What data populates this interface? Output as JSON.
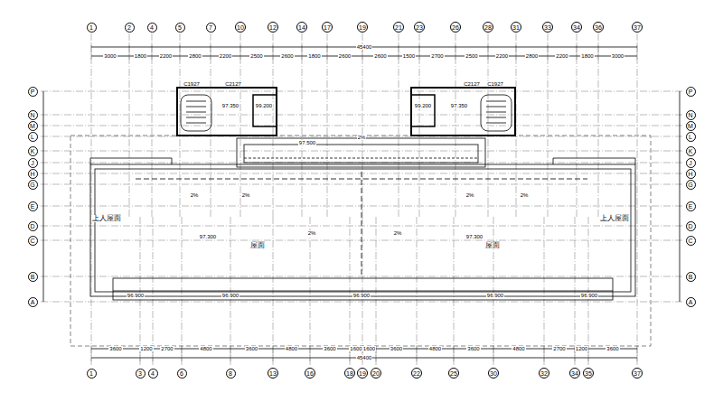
{
  "diagram": {
    "nodes": [
      {
        "text": [
          "1"
        ]
      },
      {
        "text": [
          "2"
        ]
      },
      {
        "text": [
          "4"
        ]
      },
      {
        "text": [
          "5"
        ]
      },
      {
        "text": [
          "7"
        ]
      },
      {
        "text": [
          "10"
        ]
      },
      {
        "text": [
          "12"
        ]
      },
      {
        "text": [
          "14"
        ]
      },
      {
        "text": [
          "17"
        ]
      },
      {
        "text": [
          "19"
        ]
      },
      {
        "text": [
          "21"
        ]
      },
      {
        "text": [
          "23"
        ]
      },
      {
        "text": [
          "26"
        ]
      },
      {
        "text": [
          "28"
        ]
      },
      {
        "text": [
          "31"
        ]
      },
      {
        "text": [
          "33"
        ]
      },
      {
        "text": [
          "34"
        ]
      },
      {
        "text": [
          "36"
        ]
      },
      {
        "text": [
          "37"
        ]
      },
      {
        "text": [
          "1"
        ]
      },
      {
        "text": [
          "3"
        ]
      },
      {
        "text": [
          "4"
        ]
      },
      {
        "text": [
          "6"
        ]
      },
      {
        "text": [
          "8"
        ]
      },
      {
        "text": [
          "13"
        ]
      },
      {
        "text": [
          "16"
        ]
      },
      {
        "text": [
          "18"
        ]
      },
      {
        "text": [
          "19"
        ]
      },
      {
        "text": [
          "20"
        ]
      },
      {
        "text": [
          "22"
        ]
      },
      {
        "text": [
          "25"
        ]
      },
      {
        "text": [
          "30"
        ]
      },
      {
        "text": [
          "32"
        ]
      },
      {
        "text": [
          "34"
        ]
      },
      {
        "text": [
          "35"
        ]
      },
      {
        "text": [
          "37"
        ]
      },
      {
        "text": [
          "P"
        ]
      },
      {
        "text": [
          "N"
        ]
      },
      {
        "text": [
          "M"
        ]
      },
      {
        "text": [
          "L"
        ]
      },
      {
        "text": [
          "K"
        ]
      },
      {
        "text": [
          "J"
        ]
      },
      {
        "text": [
          "H"
        ]
      },
      {
        "text": [
          "G"
        ]
      },
      {
        "text": [
          "E"
        ]
      },
      {
        "text": [
          "D"
        ]
      },
      {
        "text": [
          "C"
        ]
      },
      {
        "text": [
          "B"
        ]
      },
      {
        "text": [
          "A"
        ]
      },
      {
        "text": [
          "P"
        ]
      },
      {
        "text": [
          "N"
        ]
      },
      {
        "text": [
          "M"
        ]
      },
      {
        "text": [
          "L"
        ]
      },
      {
        "text": [
          "K"
        ]
      },
      {
        "text": [
          "J"
        ]
      },
      {
        "text": [
          "H"
        ]
      },
      {
        "text": [
          "G"
        ]
      },
      {
        "text": [
          "E"
        ]
      },
      {
        "text": [
          "D"
        ]
      },
      {
        "text": [
          "C"
        ]
      },
      {
        "text": [
          "B"
        ]
      },
      {
        "text": [
          "A"
        ]
      }
    ],
    "labels": [
      "3000",
      "1800",
      "2200",
      "2800",
      "2200",
      "2500",
      "2600",
      "1800",
      "2600",
      "2600",
      "1500",
      "2700",
      "2500",
      "2200",
      "2800",
      "2200",
      "1800",
      "3000",
      "45400",
      "3600",
      "1200",
      "2700",
      "4800",
      "3600",
      "4800",
      "3600",
      "1600",
      "1600",
      "3600",
      "4800",
      "3600",
      "4800",
      "2700",
      "1200",
      "3600",
      "45400",
      "C1927",
      "C2127",
      "97.350",
      "99.200",
      "97.500",
      "2%",
      "99.200",
      "97.350",
      "C2127",
      "C1927",
      "屋面",
      "屋面",
      "上人屋面",
      "上人屋面",
      "97.300",
      "97.300",
      "2%",
      "2%",
      "2%",
      "2%",
      "2%",
      "2%",
      "96.900",
      "96.900",
      "96.900",
      "96.900",
      "96.900"
    ]
  }
}
